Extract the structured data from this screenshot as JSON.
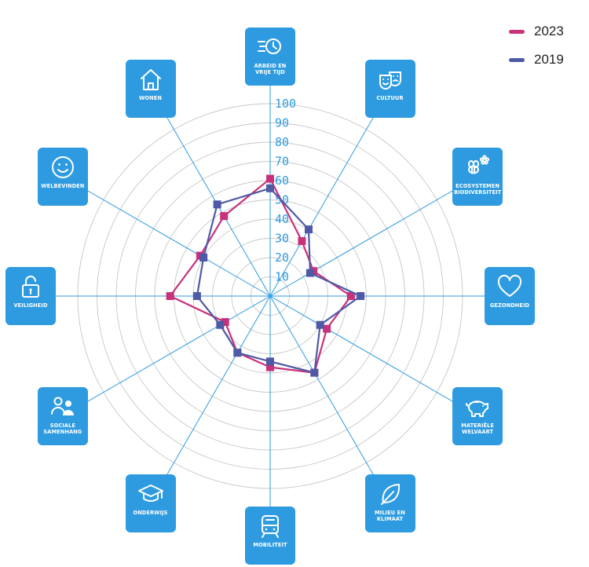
{
  "chart_data": {
    "type": "radar",
    "range": [
      0,
      100
    ],
    "ticks": [
      "10",
      "20",
      "30",
      "40",
      "50",
      "60",
      "70",
      "80",
      "90",
      "100"
    ],
    "categories": [
      {
        "key": "arbeid",
        "label": "ARBEID EN\nVRIJE TIJD",
        "icon": "clock-icon"
      },
      {
        "key": "cultuur",
        "label": "CULTUUR",
        "icon": "theater-masks-icon"
      },
      {
        "key": "ecosystemen",
        "label": "ECOSYSTEMEN\nBIODIVERSITEIT",
        "icon": "bee-flower-icon"
      },
      {
        "key": "gezondheid",
        "label": "GEZONDHEID",
        "icon": "heart-icon"
      },
      {
        "key": "materiele",
        "label": "MATERIËLE\nWELVAART",
        "icon": "piggy-bank-icon"
      },
      {
        "key": "milieu",
        "label": "MILIEU EN\nKLIMAAT",
        "icon": "leaf-icon"
      },
      {
        "key": "mobiliteit",
        "label": "MOBILITEIT",
        "icon": "train-icon"
      },
      {
        "key": "onderwijs",
        "label": "ONDERWIJS",
        "icon": "graduation-cap-icon"
      },
      {
        "key": "sociale",
        "label": "SOCIALE\nSAMENHANG",
        "icon": "people-icon"
      },
      {
        "key": "veiligheid",
        "label": "VEILIGHEID",
        "icon": "unlocked-padlock-icon"
      },
      {
        "key": "welbevinden",
        "label": "WELBEVINDEN",
        "icon": "smiley-icon"
      },
      {
        "key": "wonen",
        "label": "WONEN",
        "icon": "house-icon"
      }
    ],
    "series": [
      {
        "name": "2023",
        "color": "#c8327a",
        "values": [
          61,
          33,
          26,
          42,
          34,
          46,
          37,
          34,
          27,
          52,
          42,
          48
        ]
      },
      {
        "name": "2019",
        "color": "#4f5aa6",
        "values": [
          56,
          40,
          24,
          47,
          30,
          46,
          34,
          34,
          30,
          38,
          40,
          55
        ]
      }
    ],
    "colors": {
      "accent": "#2e9be0",
      "grid": "#c7c7c7"
    }
  }
}
